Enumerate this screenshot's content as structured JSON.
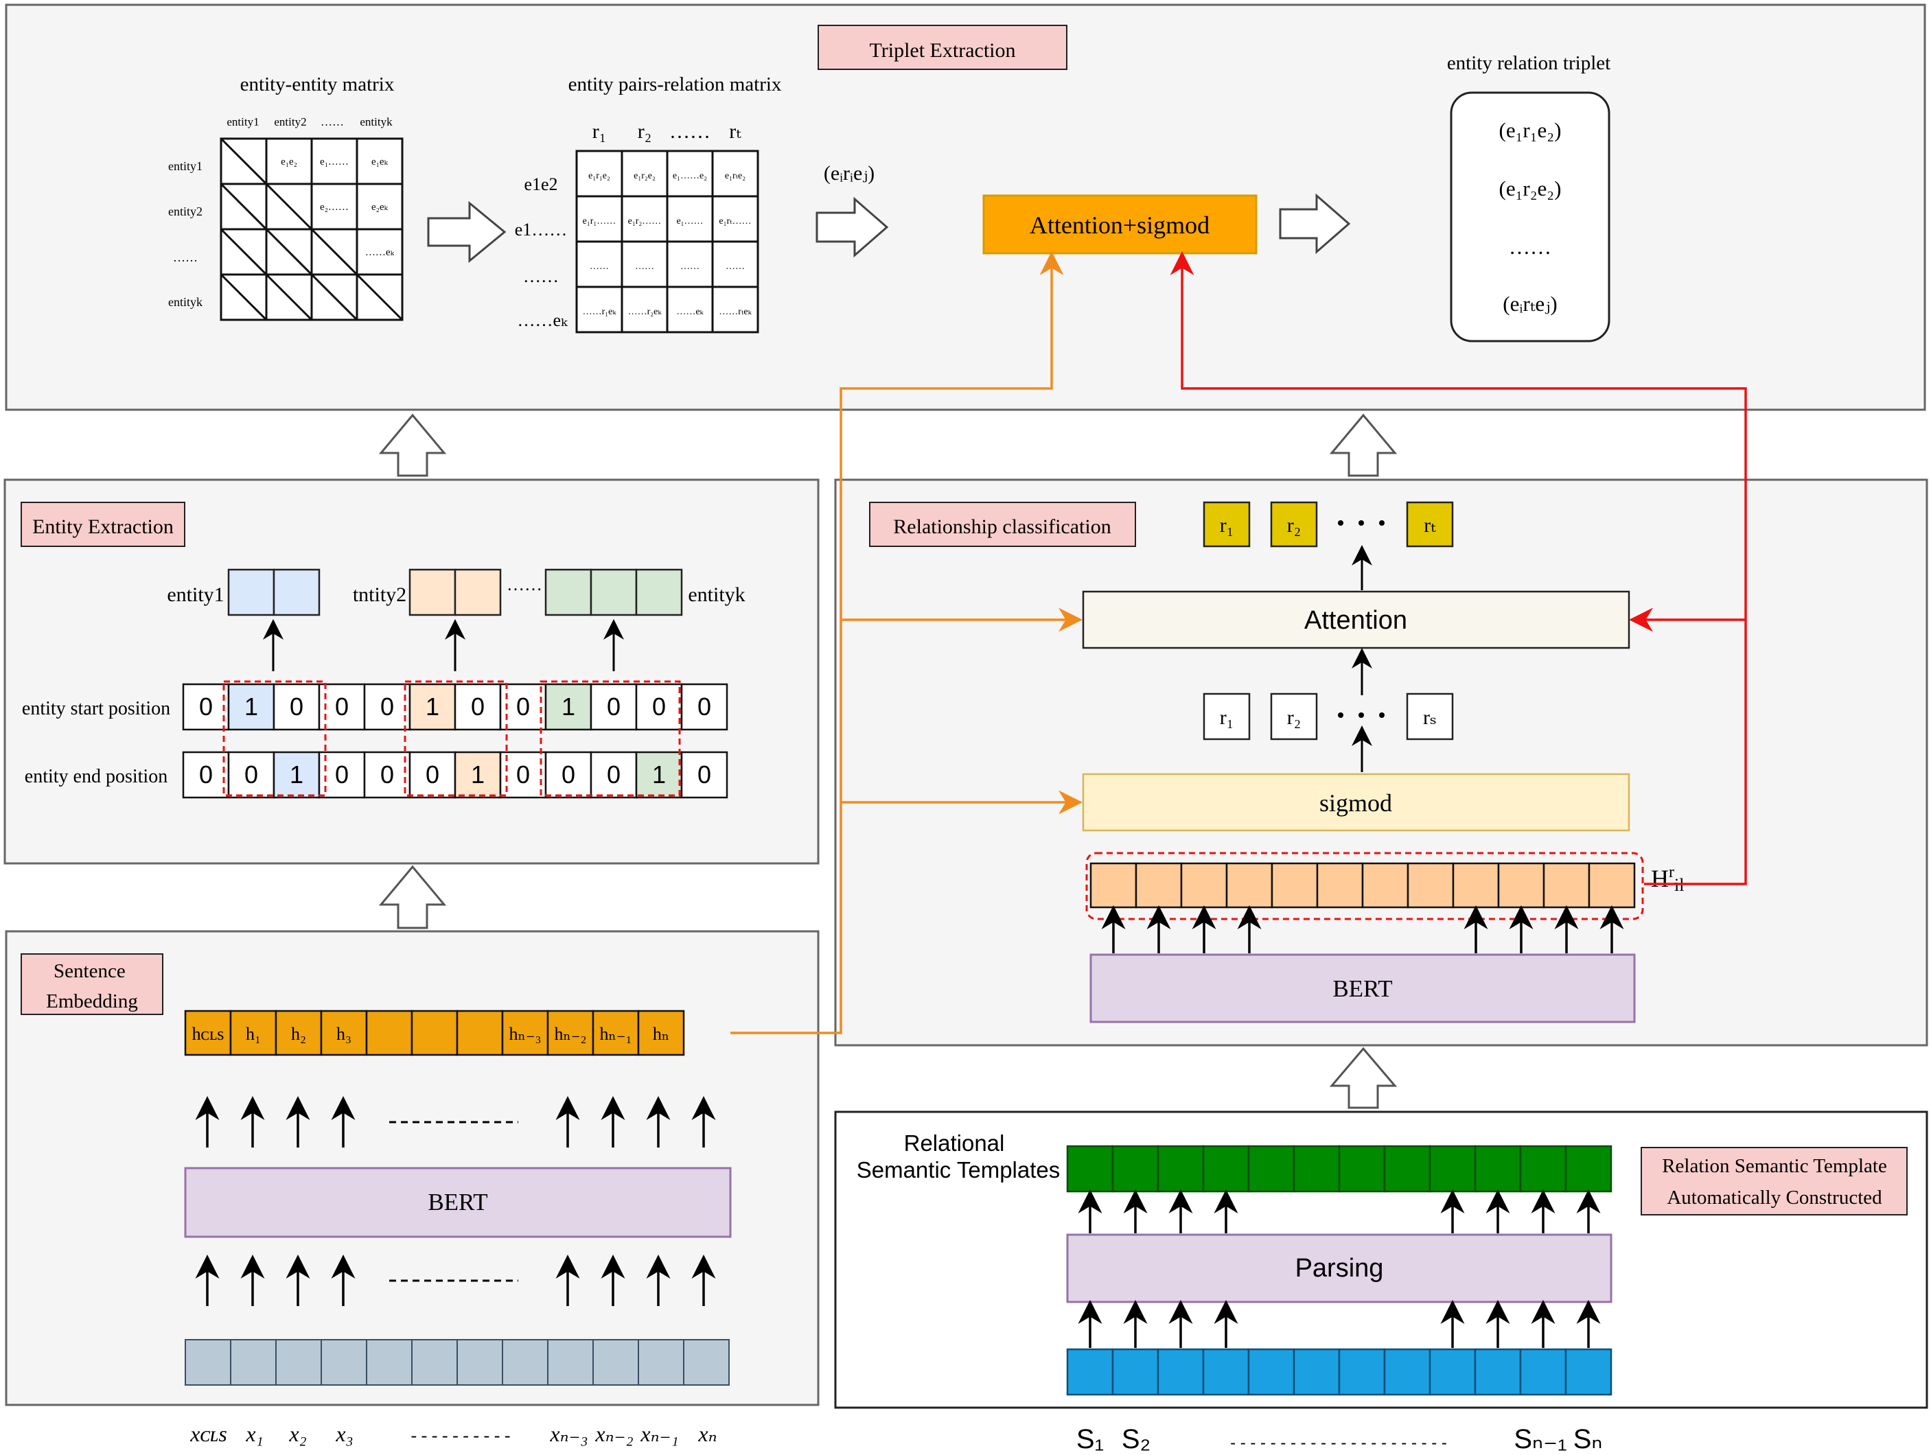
{
  "triplet": {
    "label": "Triplet Extraction",
    "ee_matrix_title": "entity-entity matrix",
    "ee_col_headers": [
      "entity1",
      "entity2",
      "……",
      "entityk"
    ],
    "ee_row_headers": [
      "entity1",
      "entity2",
      "……",
      "entityk"
    ],
    "ee_cells": [
      [
        "",
        "e₁e₂",
        "e₁……",
        "e₁eₖ"
      ],
      [
        "",
        "",
        "e₂……",
        "e₂eₖ"
      ],
      [
        "",
        "",
        "",
        "……eₖ"
      ],
      [
        "",
        "",
        "",
        ""
      ]
    ],
    "epr_matrix_title": "entity pairs-relation matrix",
    "epr_col_headers": [
      "r₁",
      "r₂",
      "……",
      "rₜ"
    ],
    "epr_row_headers": [
      "e1e2",
      "e1……",
      "……",
      "……eₖ"
    ],
    "epr_cells": [
      [
        "e₁r₁e₂",
        "e₁r₂e₂",
        "e₁……e₂",
        "e₁rₜe₂"
      ],
      [
        "e₁r₁……",
        "e₁r₂……",
        "e₁……",
        "e₁rₜ……"
      ],
      [
        "……",
        "……",
        "……",
        "……"
      ],
      [
        "……r₁eₖ",
        "……r₂eₖ",
        "……eₖ",
        "……rₜeₖ"
      ]
    ],
    "eirej": "(eᵢrᵢeⱼ)",
    "attention_sigmod": "Attention+sigmod",
    "triplet_title": "entity relation triplet",
    "triplets": [
      "(e₁r₁e₂)",
      "(e₁r₂e₂)",
      "……",
      "(eᵢrₜeⱼ)"
    ]
  },
  "entity": {
    "label": "Entity Extraction",
    "names": [
      "entity1",
      "tntity2",
      "……",
      "entityk"
    ],
    "start_label": "entity start position",
    "end_label": "entity end position",
    "start_values": [
      "0",
      "1",
      "0",
      "0",
      "0",
      "1",
      "0",
      "0",
      "1",
      "0",
      "0",
      "0"
    ],
    "end_values": [
      "0",
      "0",
      "1",
      "0",
      "0",
      "0",
      "1",
      "0",
      "0",
      "0",
      "1",
      "0"
    ]
  },
  "sentence": {
    "label": "Sentence Embedding",
    "h_tokens": [
      "hᴄʟѕ",
      "h₁",
      "h₂",
      "h₃",
      "",
      "",
      "",
      "hₙ₋₃",
      "hₙ₋₂",
      "hₙ₋₁",
      "hₙ"
    ],
    "bert": "BERT",
    "x_tokens": [
      "xᴄʟѕ",
      "x₁",
      "x₂",
      "x₃",
      "- - - - - - - - - -",
      "xₙ₋₃",
      "xₙ₋₂",
      "xₙ₋₁",
      "xₙ"
    ]
  },
  "relation": {
    "label": "Relationship classification",
    "top_r": [
      "r₁",
      "r₂",
      "rₜ"
    ],
    "attention": "Attention",
    "mid_r": [
      "r₁",
      "r₂",
      "rₛ"
    ],
    "sigmod": "sigmod",
    "hril": "Hʳᵢₗ",
    "bert": "BERT"
  },
  "template": {
    "label_line1": "Relation Semantic Template",
    "label_line2": "Automatically Constructed",
    "rst_line1": "Relational",
    "rst_line2": "Semantic Templates",
    "parsing": "Parsing",
    "s_tokens": [
      "S₁",
      "S₂",
      "- - - - - - - - - - - - - - - - - - - - - -",
      "Sₙ₋₁",
      "Sₙ"
    ]
  },
  "colors": {
    "panel_bg": "#f5f5f5",
    "label_bg": "#f8cecc",
    "bert_bg": "#e1d5e7",
    "orange_box": "#ffa500",
    "h_token_bg": "#f0a30a",
    "x_token_bg": "#b9c9d6",
    "green_token": "#008a00",
    "blue_token": "#1ba1e2",
    "hril_token": "#ffcc99",
    "yellow_r": "#e3c800",
    "attention_bg": "#f9f7ed",
    "sigmod_bg": "#fff2cc",
    "ent_blue": "#dae8fc",
    "ent_orange": "#ffe6cc",
    "ent_green": "#d5e8d4",
    "orange_line": "#f08c1e",
    "red_line": "#ee1111"
  }
}
